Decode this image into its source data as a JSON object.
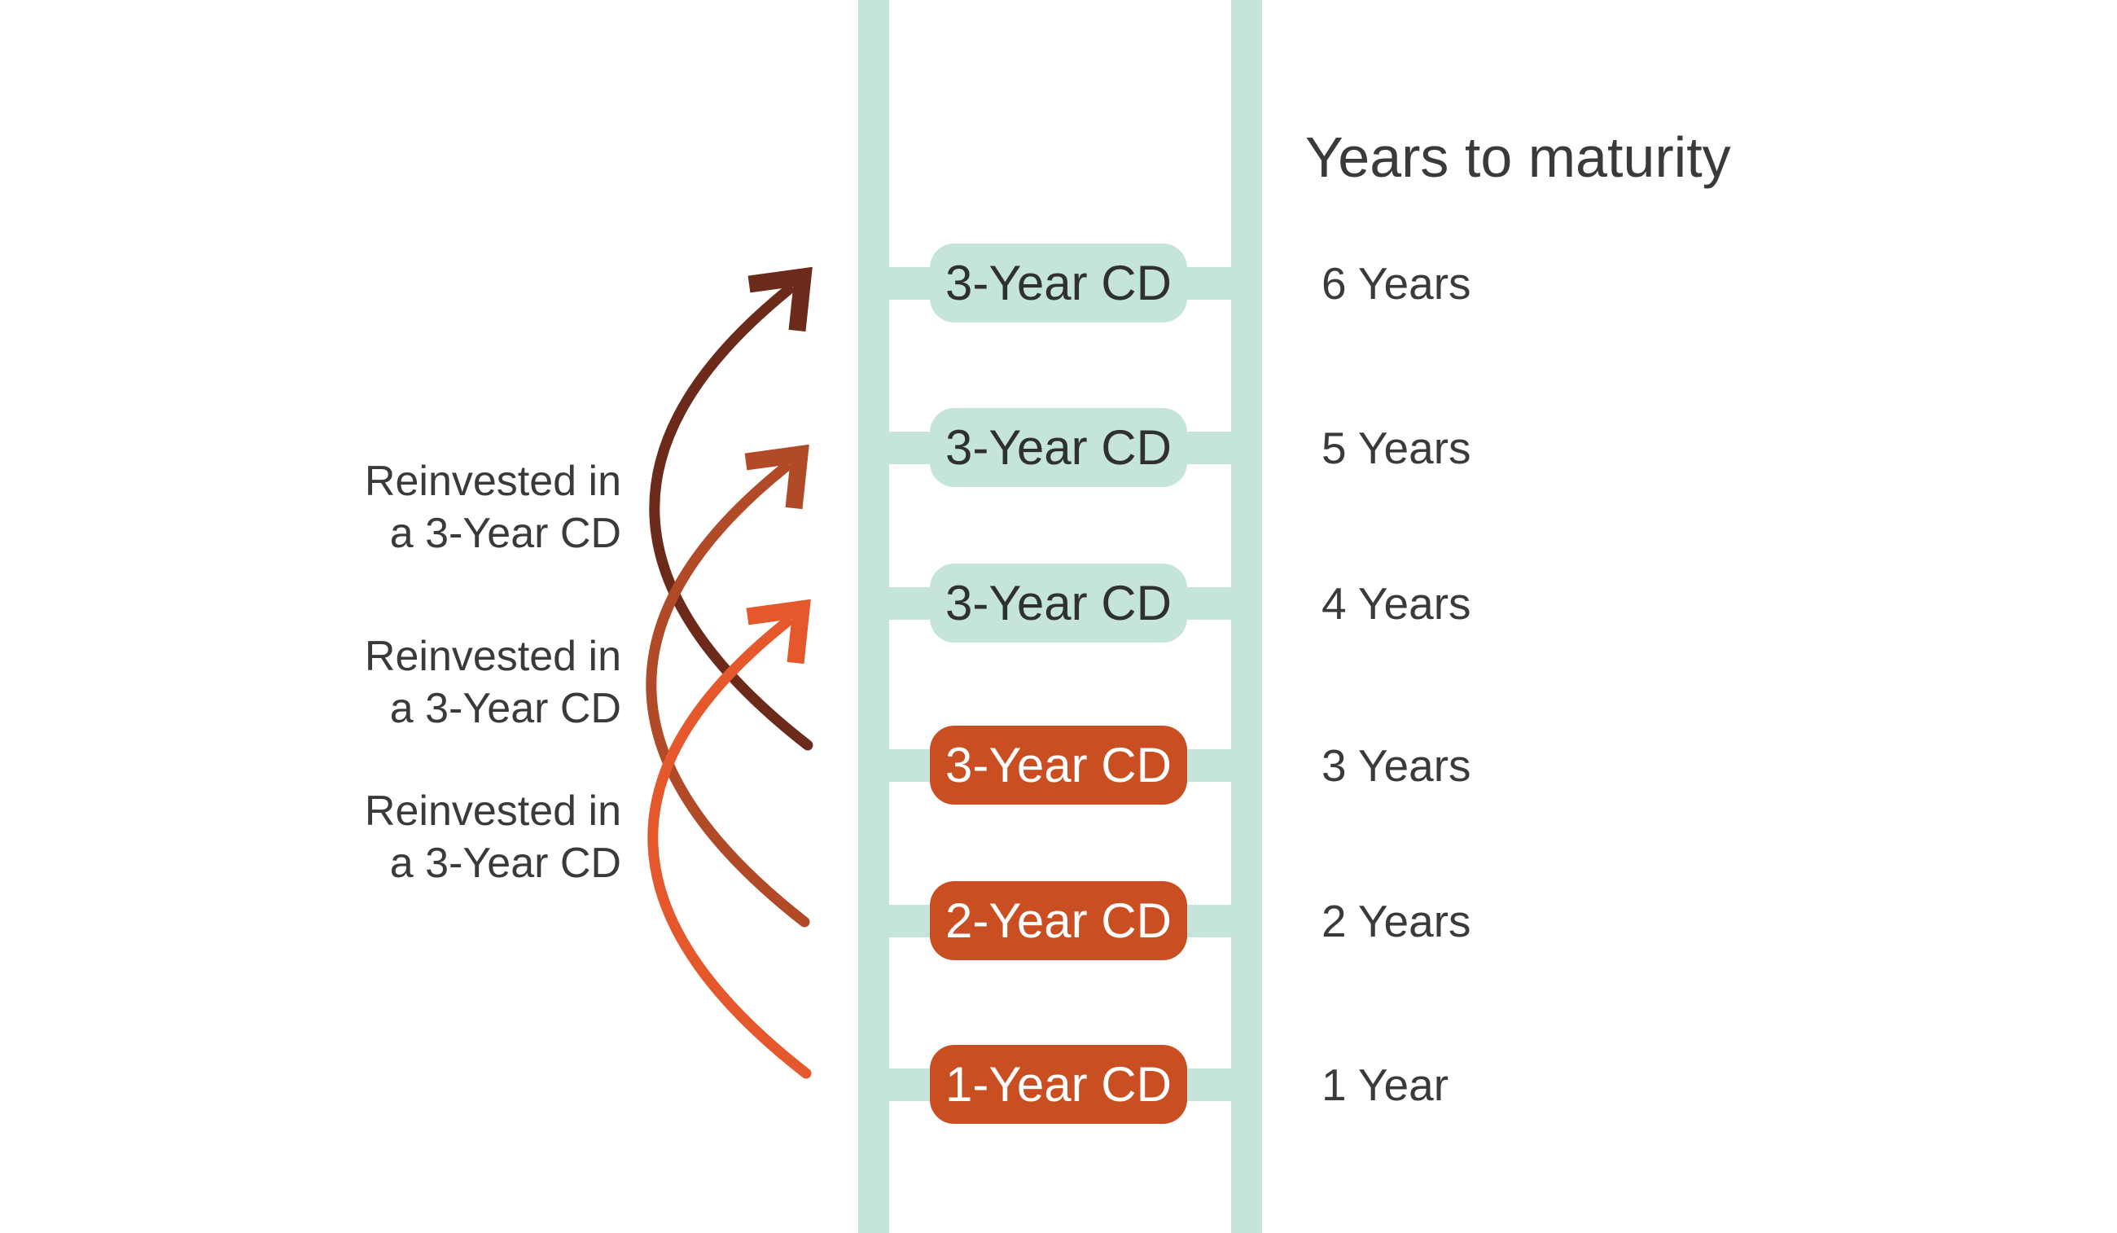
{
  "header": {
    "title": "Years to maturity"
  },
  "ladder": {
    "rungs": [
      {
        "pill": "3-Year CD",
        "maturity": "6 Years",
        "style": "teal"
      },
      {
        "pill": "3-Year CD",
        "maturity": "5 Years",
        "style": "teal"
      },
      {
        "pill": "3-Year CD",
        "maturity": "4 Years",
        "style": "teal"
      },
      {
        "pill": "3-Year CD",
        "maturity": "3 Years",
        "style": "orange"
      },
      {
        "pill": "2-Year CD",
        "maturity": "2 Years",
        "style": "orange"
      },
      {
        "pill": "1-Year CD",
        "maturity": "1 Year",
        "style": "orange"
      }
    ]
  },
  "annotations": [
    {
      "line1": "Reinvested in",
      "line2": "a 3-Year CD",
      "arrow": "from 3 Years to 6 Years"
    },
    {
      "line1": "Reinvested in",
      "line2": "a 3-Year CD",
      "arrow": "from 2 Years to 5 Years"
    },
    {
      "line1": "Reinvested in",
      "line2": "a 3-Year CD",
      "arrow": "from 1 Year to 4 Years"
    }
  ],
  "colors": {
    "teal": "#c5e4dc",
    "orange": "#c94e22",
    "arrow_dark": "#6b2a1a",
    "arrow_mid": "#b04a27",
    "arrow_bright": "#e5582c",
    "text": "#3a3a3a",
    "pill_text_teal": "#2f3130",
    "pill_text_orange": "#ffffff"
  }
}
